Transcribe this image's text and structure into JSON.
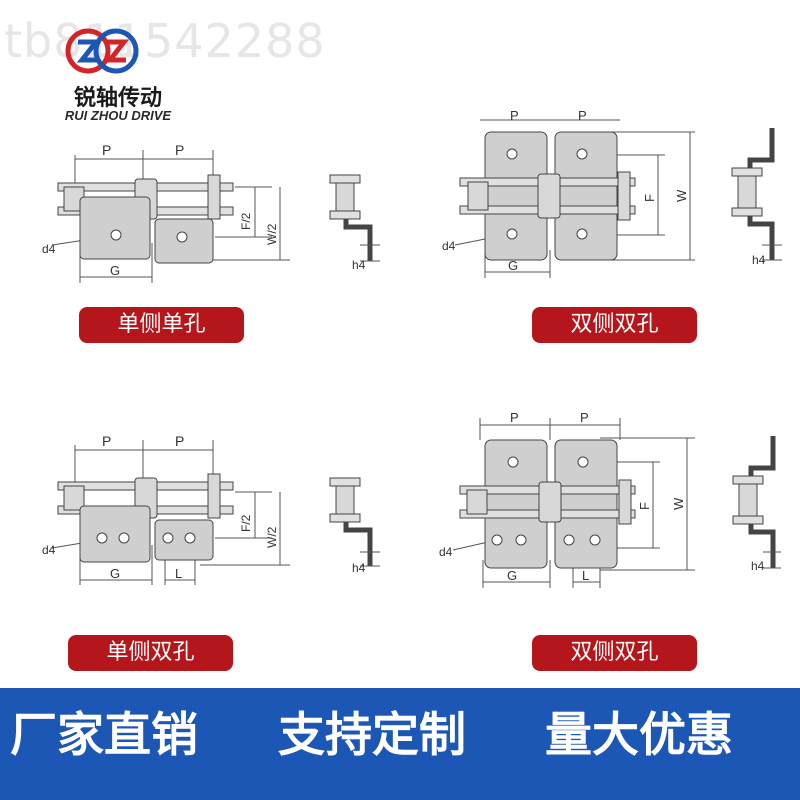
{
  "watermark": "tb811542288",
  "brand": {
    "cn": "锐轴传动",
    "en": "RUI ZHOU DRIVE"
  },
  "labels": {
    "pitch": "P",
    "d4": "d4",
    "G": "G",
    "L": "L",
    "F": "F",
    "F_half": "F/2",
    "W": "W",
    "W_half": "W/2",
    "h4": "h4"
  },
  "tags": {
    "single_side_single_hole": "单侧单孔",
    "double_side_double_hole_top": "双侧双孔",
    "single_side_double_hole": "单侧双孔",
    "double_side_double_hole_bottom": "双侧双孔"
  },
  "banner": {
    "left": "厂家直销",
    "middle": "支持定制",
    "right": "量大优惠"
  },
  "colors": {
    "tag_red": "#b5161b",
    "banner_blue": "#1d57b6",
    "plate_gray": "#cfcfcf"
  }
}
